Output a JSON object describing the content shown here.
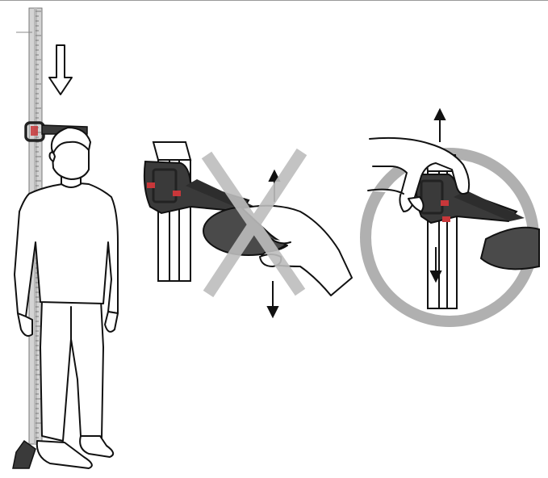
{
  "colors": {
    "background": "#ffffff",
    "top_rule": "#9a9a9a",
    "stadiometer_column": "#c9c9c9",
    "headpiece": "#3a3a3a",
    "headpiece_pad": "#4a4a4a",
    "red_marker": "#c8373a",
    "cross_mark": "#bdbdbd",
    "correct_circle": "#b0b0b0",
    "outline": "#111111"
  },
  "icons": {
    "direction_arrow": "hollow-down-arrow",
    "move_arrows": "up-down-arrows",
    "incorrect": "cross-mark",
    "correct": "circle-mark"
  }
}
